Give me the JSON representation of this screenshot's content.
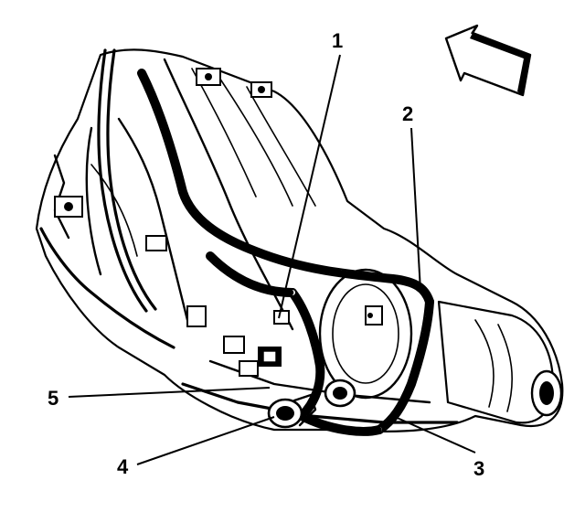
{
  "callouts": [
    {
      "id": "1",
      "label": "1"
    },
    {
      "id": "2",
      "label": "2"
    },
    {
      "id": "3",
      "label": "3"
    },
    {
      "id": "4",
      "label": "4"
    },
    {
      "id": "5",
      "label": "5"
    }
  ],
  "icons": {
    "direction_arrow": "front-direction-arrow-icon"
  }
}
